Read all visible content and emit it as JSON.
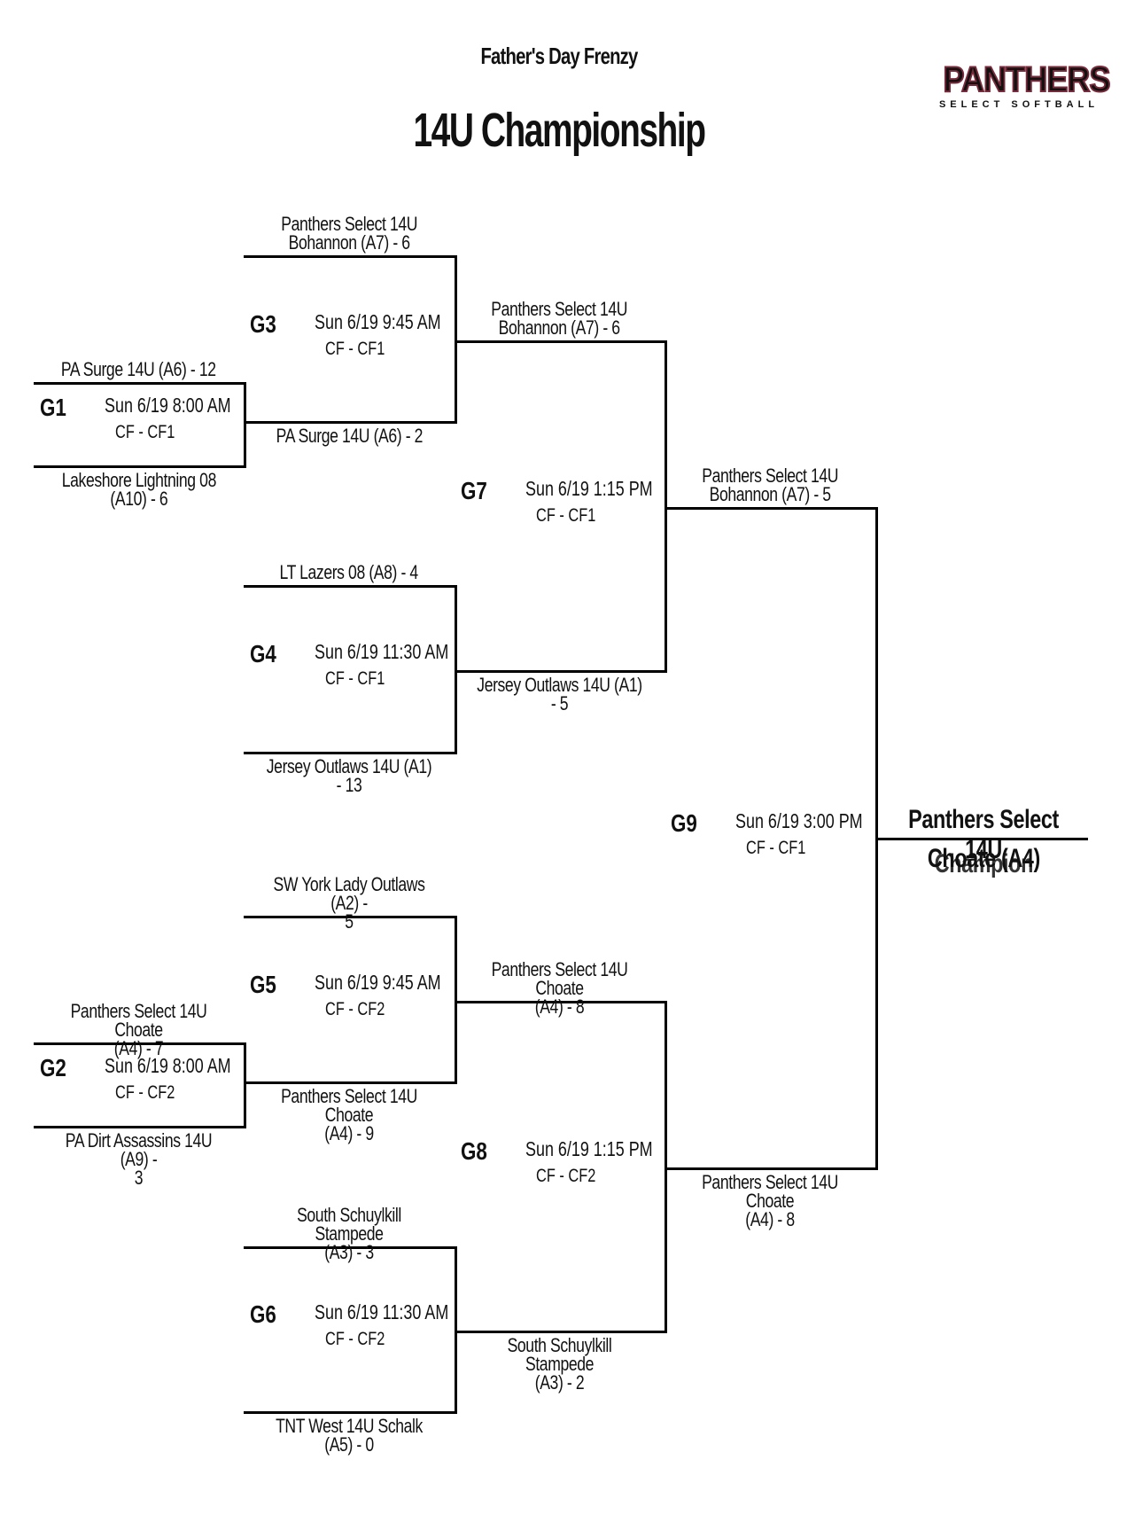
{
  "header": {
    "event_title": "Father's Day Frenzy",
    "main_title": "14U Championship",
    "logo": {
      "word": "PANTHERS",
      "sub": "SELECT SOFTBALL",
      "accent": "#7a2a3a"
    }
  },
  "games": {
    "g1": {
      "id": "G1",
      "time": "Sun 6/19  8:00 AM",
      "field": "CF - CF1",
      "top": "PA Surge 14U (A6) - 12",
      "bottom": "Lakeshore Lightning 08\n(A10) - 6"
    },
    "g2": {
      "id": "G2",
      "time": "Sun 6/19  8:00 AM",
      "field": "CF - CF2",
      "top": "Panthers Select 14U Choate\n(A4) - 7",
      "bottom": "PA Dirt Assassins 14U (A9) -\n3"
    },
    "g3": {
      "id": "G3",
      "time": "Sun 6/19  9:45 AM",
      "field": "CF - CF1",
      "top": "Panthers Select 14U\nBohannon (A7) - 6",
      "bottom": "PA Surge 14U (A6) - 2"
    },
    "g4": {
      "id": "G4",
      "time": "Sun 6/19  11:30 AM",
      "field": "CF - CF1",
      "top": "LT Lazers 08 (A8) - 4",
      "bottom": "Jersey Outlaws 14U (A1) - 13"
    },
    "g5": {
      "id": "G5",
      "time": "Sun 6/19  9:45 AM",
      "field": "CF - CF2",
      "top": "SW York Lady Outlaws (A2) -\n5",
      "bottom": "Panthers Select 14U Choate\n(A4) - 9"
    },
    "g6": {
      "id": "G6",
      "time": "Sun 6/19  11:30 AM",
      "field": "CF - CF2",
      "top": "South Schuylkill Stampede\n(A3) - 3",
      "bottom": "TNT West 14U Schalk (A5) - 0"
    },
    "g7": {
      "id": "G7",
      "time": "Sun 6/19  1:15 PM",
      "field": "CF - CF1",
      "top": "Panthers Select 14U\nBohannon (A7) - 6",
      "bottom": "Jersey Outlaws 14U (A1) - 5"
    },
    "g8": {
      "id": "G8",
      "time": "Sun 6/19  1:15 PM",
      "field": "CF - CF2",
      "top": "Panthers Select 14U Choate\n(A4) - 8",
      "bottom": "South Schuylkill Stampede\n(A3) - 2"
    },
    "g9": {
      "id": "G9",
      "time": "Sun 6/19  3:00 PM",
      "field": "CF - CF1",
      "top": "Panthers Select 14U\nBohannon (A7) - 5",
      "bottom": "Panthers Select 14U Choate\n(A4) - 8"
    }
  },
  "champion": {
    "team_line1": "Panthers Select 14U",
    "team_line2": "Choate (A4)",
    "label": "Champion"
  }
}
